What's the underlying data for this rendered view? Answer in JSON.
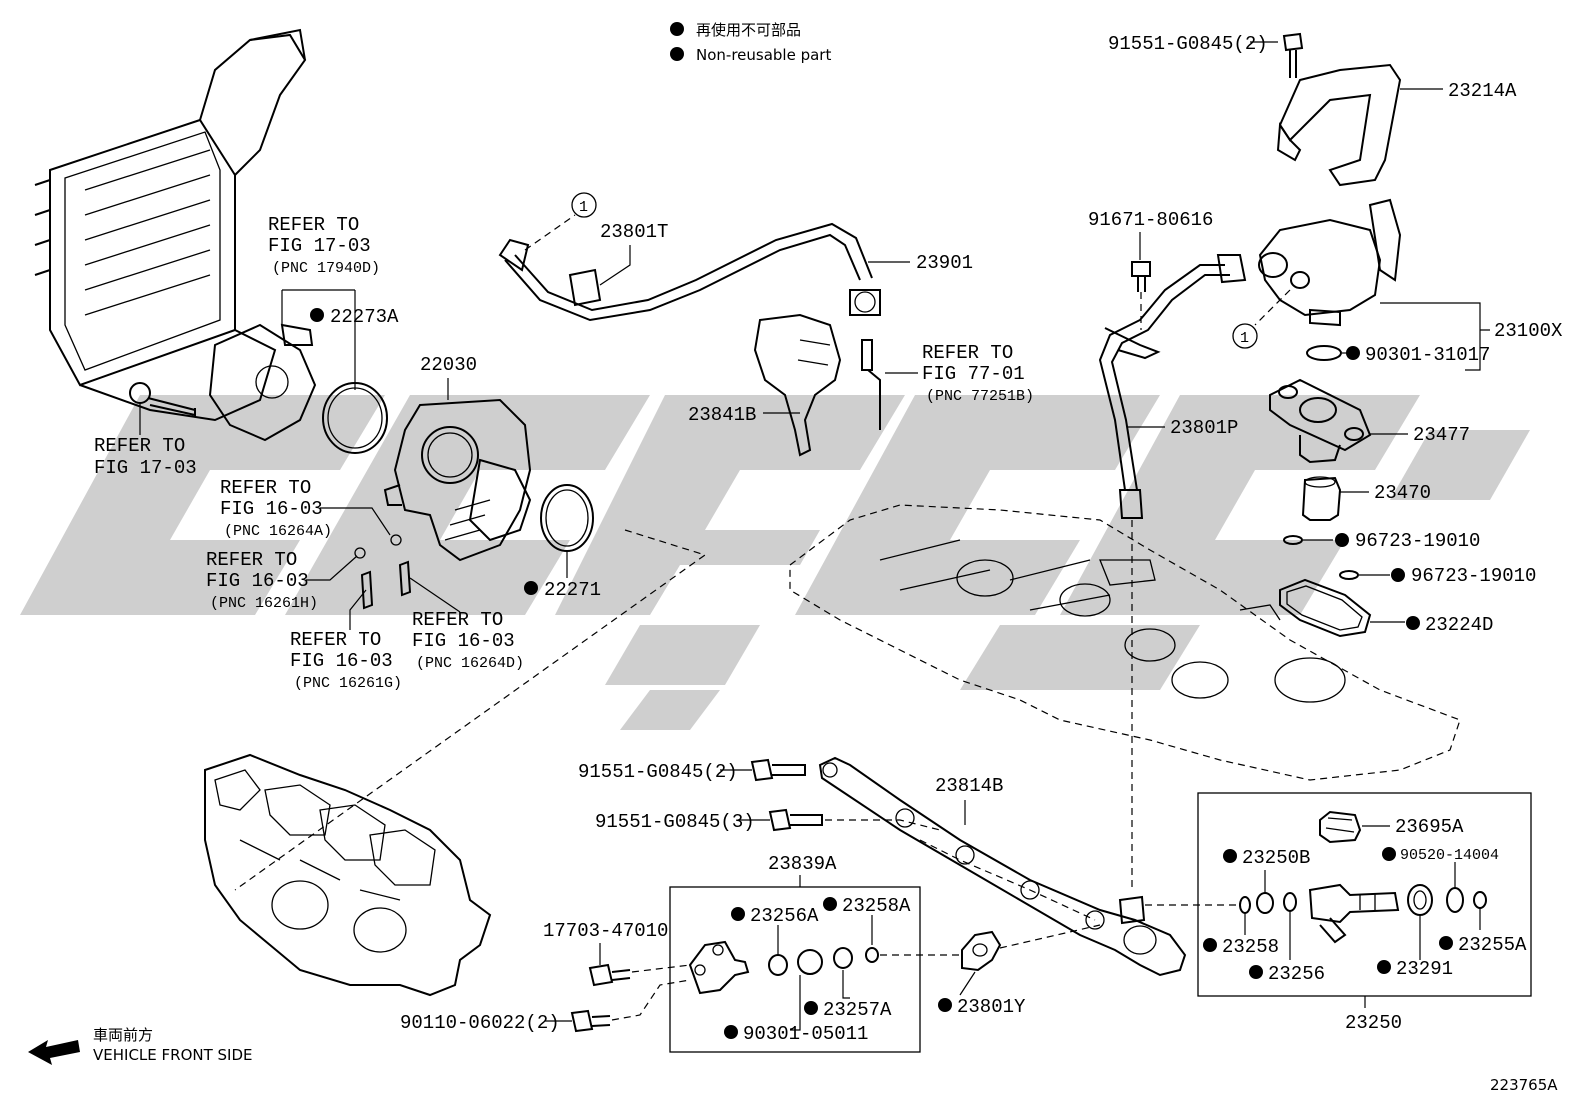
{
  "legend": {
    "line_jp": "再使用不可部品",
    "line_en": "Non-reusable part"
  },
  "footer": {
    "front_jp": "車両前方",
    "front_en": "VEHICLE FRONT SIDE",
    "figure_code": "223765A"
  },
  "parts": {
    "p_91551_g0845_top": "91551-G0845(2)",
    "p_23214a": "23214A",
    "p_91671": "91671-80616",
    "p_23100x": "23100X",
    "p_circle_1a": "1",
    "p_circle_1b": "1",
    "p_90301_31017": "90301-31017",
    "p_23477": "23477",
    "p_23470": "23470",
    "p_96723_a": "96723-19010",
    "p_96723_b": "96723-19010",
    "p_23224d": "23224D",
    "p_23801p": "23801P",
    "p_23801t": "23801T",
    "p_23901": "23901",
    "p_23841b": "23841B",
    "p_refer_77_l1": "REFER TO",
    "p_refer_77_l2": "FIG 77-01",
    "p_refer_77_l3": "(PNC 77251B)",
    "p_refer_17a_l1": "REFER TO",
    "p_refer_17a_l2": "FIG 17-03",
    "p_refer_17a_l3": "(PNC 17940D)",
    "p_22273a": "22273A",
    "p_22030": "22030",
    "p_refer_17b_l1": "REFER TO",
    "p_refer_17b_l2": "FIG 17-03",
    "p_refer_16a_l1": "REFER TO",
    "p_refer_16a_l2": "FIG 16-03",
    "p_refer_16a_l3": "(PNC 16264A)",
    "p_refer_16h_l1": "REFER TO",
    "p_refer_16h_l2": "FIG 16-03",
    "p_refer_16h_l3": "(PNC 16261H)",
    "p_refer_16g_l1": "REFER TO",
    "p_refer_16g_l2": "FIG 16-03",
    "p_refer_16g_l3": "(PNC 16261G)",
    "p_refer_16d_l1": "REFER TO",
    "p_refer_16d_l2": "FIG 16-03",
    "p_refer_16d_l3": "(PNC 16264D)",
    "p_22271": "22271",
    "p_91551_mid2": "91551-G0845(2)",
    "p_91551_mid3": "91551-G0845(3)",
    "p_23814b": "23814B",
    "p_23839a": "23839A",
    "p_17703": "17703-47010",
    "p_23256a": "23256A",
    "p_23258a": "23258A",
    "p_23257a": "23257A",
    "p_90301_05011": "90301-05011",
    "p_90110": "90110-06022(2)",
    "p_23801y": "23801Y",
    "p_23695a": "23695A",
    "p_23250b": "23250B",
    "p_90520": "90520-14004",
    "p_23258": "23258",
    "p_23256": "23256",
    "p_23291": "23291",
    "p_23255a": "23255A",
    "p_23250": "23250"
  }
}
